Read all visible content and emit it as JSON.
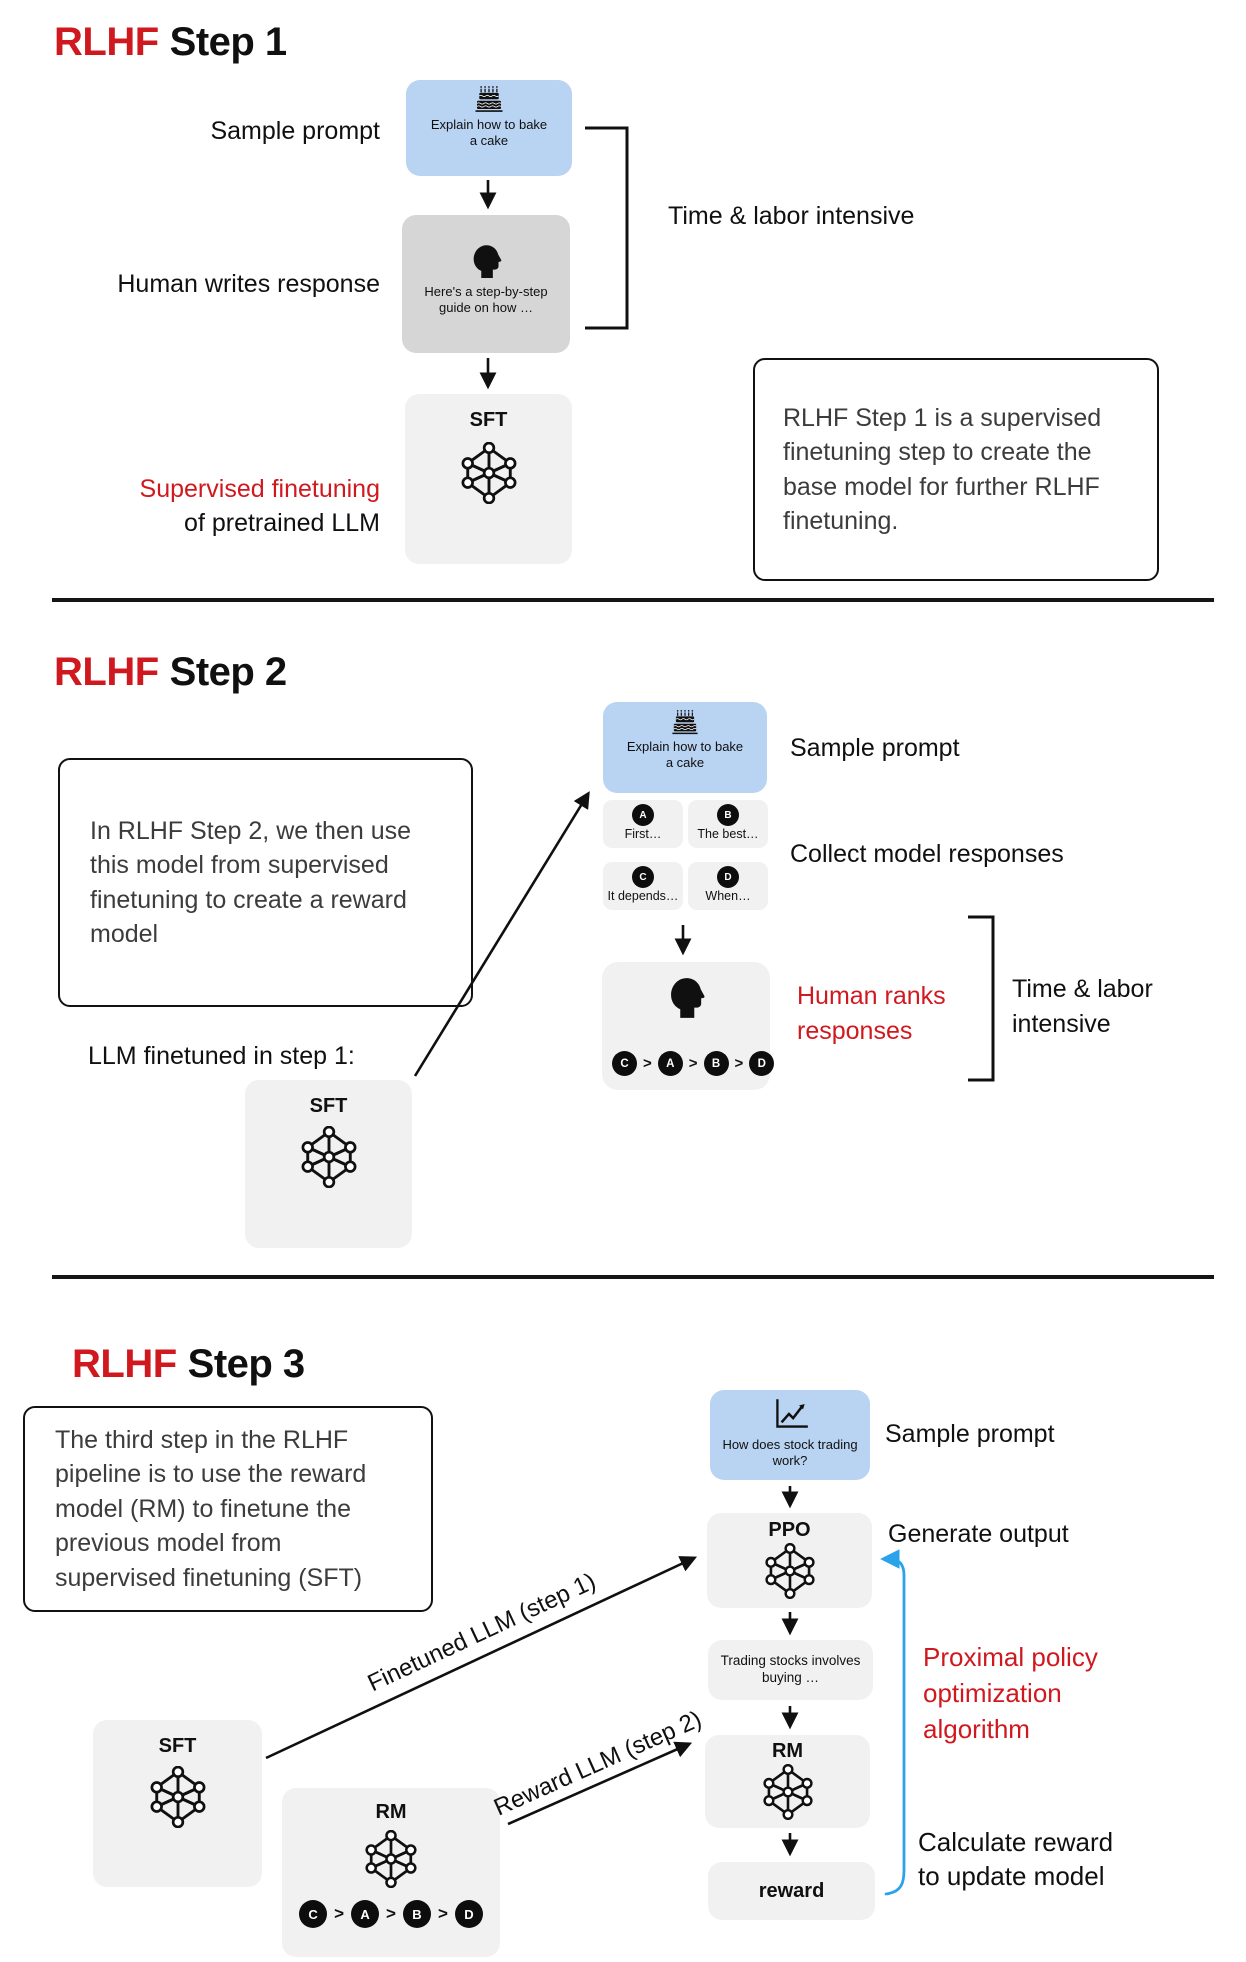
{
  "colors": {
    "accent_red": "#d0191f",
    "box_blue": "#b9d3f2",
    "box_gray": "#d6d6d6",
    "box_light": "#f1f1f2",
    "loop_blue": "#2aa3ea"
  },
  "step1": {
    "title_accent": "RLHF",
    "title_rest": "Step 1",
    "sample_prompt_label": "Sample prompt",
    "human_writes_label": "Human writes response",
    "supervised_line1": "Supervised finetuning",
    "supervised_line2": "of pretrained LLM",
    "time_labor_label": "Time & labor intensive",
    "prompt_box_text": "Explain how to bake a cake",
    "response_box_text": "Here's a step-by-step guide on how …",
    "sft_box_label": "SFT",
    "note_text": "RLHF Step 1 is a supervised finetuning step to create the base model for further RLHF finetuning."
  },
  "step2": {
    "title_accent": "RLHF",
    "title_rest": "Step 2",
    "note_text": "In RLHF Step 2, we then use this model from supervised finetuning to create a reward model",
    "llm_finetuned_label": "LLM finetuned in step 1:",
    "sft_box_label": "SFT",
    "prompt_box_text": "Explain how to bake a cake",
    "sample_prompt_label": "Sample prompt",
    "collect_label": "Collect model responses",
    "responses": [
      {
        "badge": "A",
        "text": "First…"
      },
      {
        "badge": "B",
        "text": "The best…"
      },
      {
        "badge": "C",
        "text": "It depends…"
      },
      {
        "badge": "D",
        "text": "When…"
      }
    ],
    "human_ranks_line1": "Human ranks",
    "human_ranks_line2": "responses",
    "time_labor_line1": "Time & labor",
    "time_labor_line2": "intensive",
    "ranking": [
      "C",
      "A",
      "B",
      "D"
    ],
    "gt": ">"
  },
  "step3": {
    "title_accent": "RLHF",
    "title_rest": "Step 3",
    "note_text": "The third step in the RLHF pipeline is to use the reward model (RM) to finetune the previous model from supervised finetuning (SFT)",
    "prompt_box_text": "How does stock trading work?",
    "sample_prompt_label": "Sample prompt",
    "generate_output_label": "Generate output",
    "ppo_box_label": "PPO",
    "output_box_text": "Trading stocks involves buying …",
    "rm_box_label": "RM",
    "reward_box_label": "reward",
    "sft_box_label": "SFT",
    "rm_left_box_label": "RM",
    "finetuned_arrow_label": "Finetuned LLM (step 1)",
    "reward_arrow_label": "Reward LLM (step 2)",
    "ppo_red_line1": "Proximal policy",
    "ppo_red_line2": "optimization",
    "ppo_red_line3": "algorithm",
    "calc_line1": "Calculate reward",
    "calc_line2": "to update model",
    "ranking": [
      "C",
      "A",
      "B",
      "D"
    ],
    "gt": ">"
  }
}
